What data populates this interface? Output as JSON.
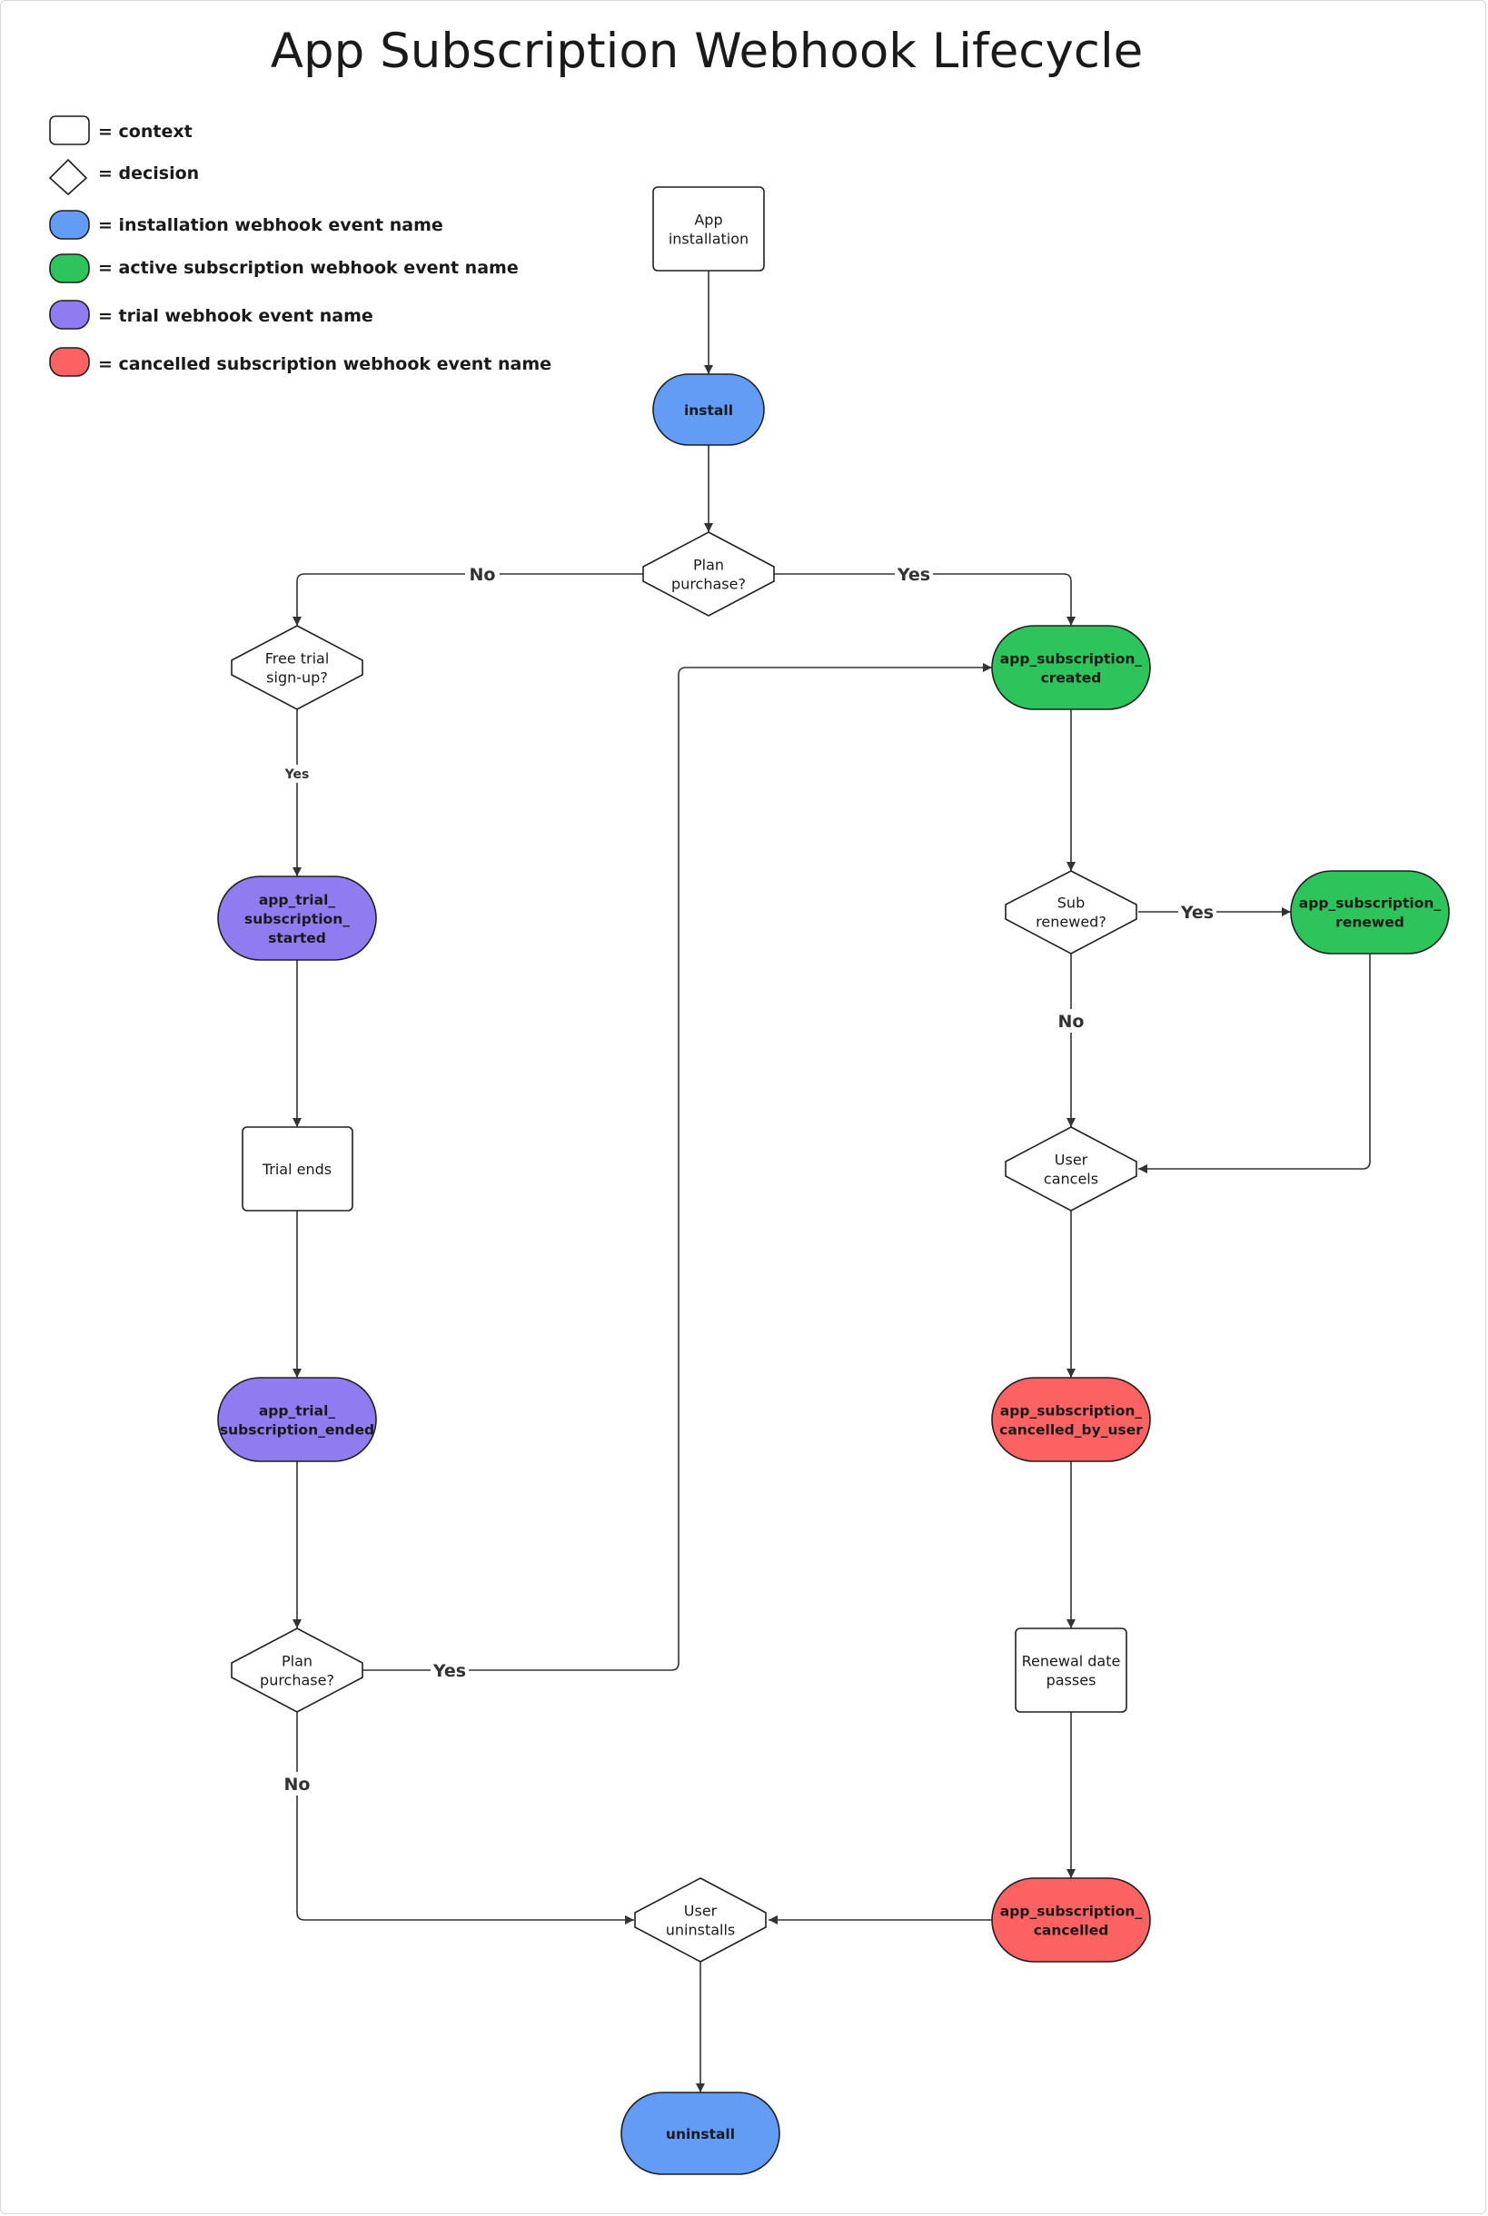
{
  "title": "App Subscription Webhook Lifecycle",
  "colors": {
    "context": "#ffffff",
    "installation": "#629cf4",
    "active": "#2ec45c",
    "trial": "#907cf0",
    "cancelled": "#fc6262"
  },
  "legend": {
    "context": "= context",
    "decision": "= decision",
    "installation": "= installation webhook event name",
    "active": "= active subscription webhook event name",
    "trial": "= trial webhook event name",
    "cancelled": "= cancelled subscription webhook event name"
  },
  "nodes": {
    "app_installation": [
      "App",
      "installation"
    ],
    "install": [
      "install"
    ],
    "plan_purchase_top": [
      "Plan",
      "purchase?"
    ],
    "free_trial": [
      "Free trial",
      "sign-up?"
    ],
    "sub_created": [
      "app_subscription_",
      "created"
    ],
    "trial_started": [
      "app_trial_",
      "subscription_",
      "started"
    ],
    "sub_renewed_q": [
      "Sub",
      "renewed?"
    ],
    "sub_renewed": [
      "app_subscription_",
      "renewed"
    ],
    "trial_ends": [
      "Trial ends"
    ],
    "user_cancels": [
      "User",
      "cancels"
    ],
    "trial_ended": [
      "app_trial_",
      "subscription_ended"
    ],
    "cancelled_by_user": [
      "app_subscription_",
      "cancelled_by_user"
    ],
    "plan_purchase_bottom": [
      "Plan",
      "purchase?"
    ],
    "renewal_passes": [
      "Renewal date",
      "passes"
    ],
    "user_uninstalls": [
      "User",
      "uninstalls"
    ],
    "sub_cancelled": [
      "app_subscription_",
      "cancelled"
    ],
    "uninstall": [
      "uninstall"
    ]
  },
  "edge_labels": {
    "top_no": "No",
    "top_yes": "Yes",
    "trial_yes": "Yes",
    "renewed_yes": "Yes",
    "renewed_no": "No",
    "bottom_yes": "Yes",
    "bottom_no": "No"
  }
}
